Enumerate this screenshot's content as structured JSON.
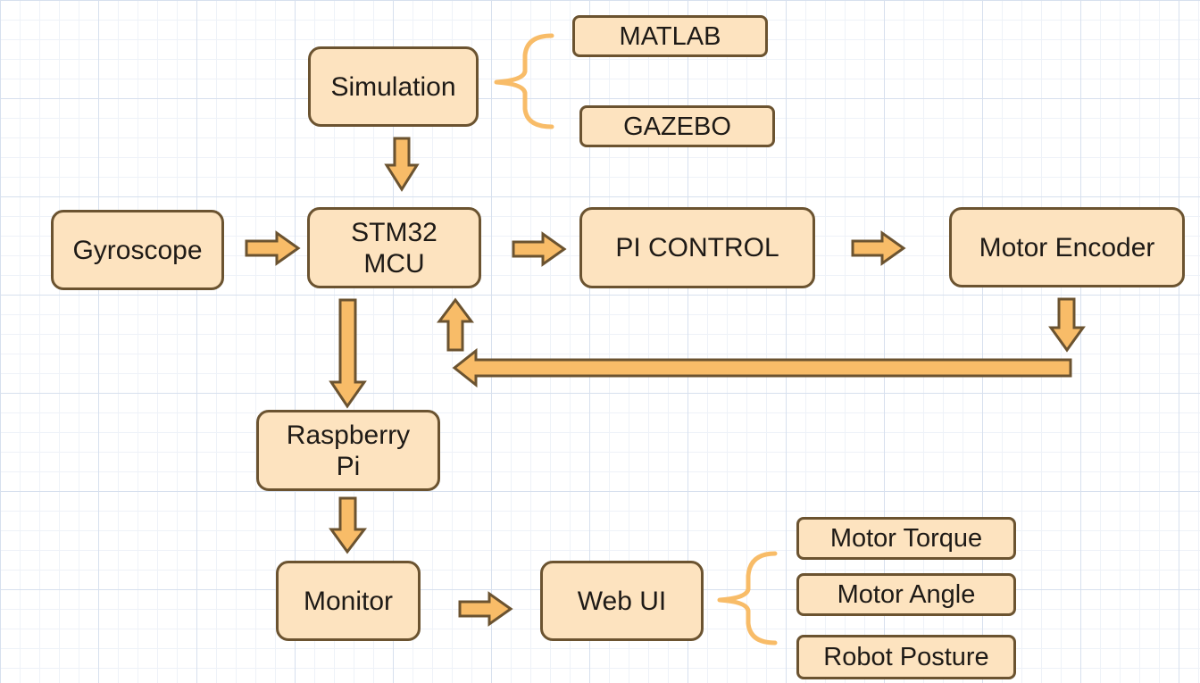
{
  "diagram": {
    "nodes": {
      "simulation": "Simulation",
      "matlab": "MATLAB",
      "gazebo": "GAZEBO",
      "gyroscope": "Gyroscope",
      "stm32": "STM32\nMCU",
      "pi_control": "PI CONTROL",
      "motor_encoder": "Motor Encoder",
      "raspberry_pi": "Raspberry\nPi",
      "monitor": "Monitor",
      "web_ui": "Web UI",
      "motor_torque": "Motor Torque",
      "motor_angle": "Motor Angle",
      "robot_posture": "Robot Posture"
    },
    "colors": {
      "node_fill": "#fde3bf",
      "node_border": "#6b5330",
      "arrow_fill": "#f8bc68",
      "brace": "#f8bc68",
      "grid": "#d7e0ee"
    },
    "edges": [
      {
        "from": "simulation",
        "to": "stm32"
      },
      {
        "from": "gyroscope",
        "to": "stm32"
      },
      {
        "from": "stm32",
        "to": "pi_control"
      },
      {
        "from": "pi_control",
        "to": "motor_encoder"
      },
      {
        "from": "motor_encoder",
        "to": "stm32"
      },
      {
        "from": "stm32",
        "to": "raspberry_pi"
      },
      {
        "from": "raspberry_pi",
        "to": "monitor"
      },
      {
        "from": "monitor",
        "to": "web_ui"
      }
    ],
    "groups": [
      {
        "parent": "simulation",
        "members": [
          "matlab",
          "gazebo"
        ]
      },
      {
        "parent": "web_ui",
        "members": [
          "motor_torque",
          "motor_angle",
          "robot_posture"
        ]
      }
    ]
  }
}
